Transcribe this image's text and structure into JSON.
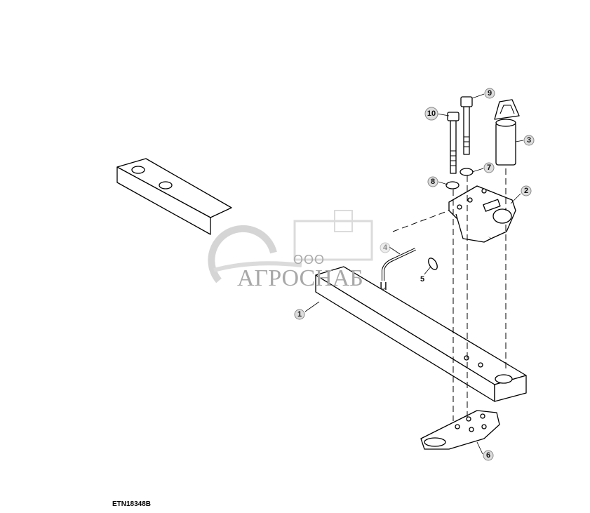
{
  "figure_id": "ETN18348B",
  "watermark": {
    "prefix": "ООО",
    "name": "АГРОСНАБ",
    "stray": "u"
  },
  "callouts": [
    "1",
    "2",
    "3",
    "4",
    "5",
    "6",
    "7",
    "8",
    "9",
    "10"
  ],
  "colors": {
    "callout_fill": "#dddddd",
    "line": "#000000",
    "watermark": "#a8a8a8"
  }
}
